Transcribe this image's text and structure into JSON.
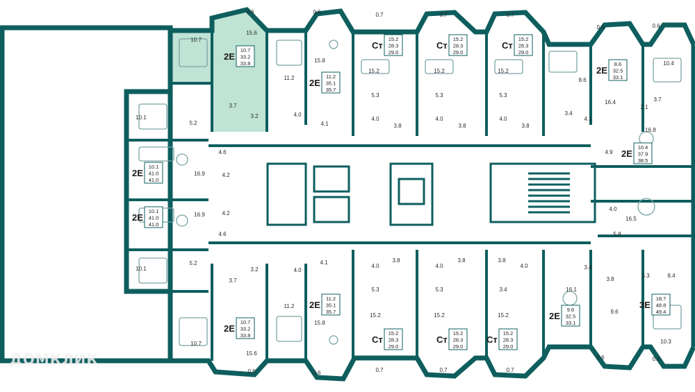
{
  "colors": {
    "wall": "#0e5e5e",
    "highlight": "#bfe3d4",
    "furniture": "#7aa3a3"
  },
  "watermark": "ДОМКЛИК",
  "units": [
    {
      "type": "2Е",
      "living": "10.7",
      "total": "33.2",
      "area": "33.8",
      "highlight": true
    },
    {
      "type": "2Е",
      "living": "11.2",
      "total": "35.1",
      "area": "35.7"
    },
    {
      "type": "Ст",
      "living": "15.2",
      "total": "28.3",
      "area": "29.0"
    },
    {
      "type": "Ст",
      "living": "15.2",
      "total": "28.3",
      "area": "29.0"
    },
    {
      "type": "Ст",
      "living": "15.2",
      "total": "28.3",
      "area": "29.0"
    },
    {
      "type": "2Е",
      "living": "8.6",
      "total": "32.5",
      "area": "33.1"
    },
    {
      "type": "2Е",
      "living": "10.1",
      "total": "41.0",
      "area": "41.0"
    },
    {
      "type": "2Е",
      "living": "10.1",
      "total": "41.0",
      "area": "41.0"
    },
    {
      "type": "2Е",
      "living": "10.4",
      "total": "37.9",
      "area": "38.5"
    },
    {
      "type": "2Е",
      "living": "10.7",
      "total": "33.2",
      "area": "33.8"
    },
    {
      "type": "2Е",
      "living": "11.2",
      "total": "35.1",
      "area": "35.7"
    },
    {
      "type": "Ст",
      "living": "15.2",
      "total": "28.3",
      "area": "29.0"
    },
    {
      "type": "Ст",
      "living": "15.2",
      "total": "28.3",
      "area": "29.0"
    },
    {
      "type": "Ст",
      "living": "15.2",
      "total": "28.3",
      "area": "29.0"
    },
    {
      "type": "2Е",
      "living": "9.6",
      "total": "32.5",
      "area": "33.1"
    },
    {
      "type": "3Е",
      "living": "18.7",
      "total": "48.8",
      "area": "49.4"
    }
  ],
  "rooms": [
    "0.6",
    "0.6",
    "0.7",
    "0.7",
    "0.7",
    "0.6",
    "0.6",
    "10.7",
    "15.6",
    "15.8",
    "11.2",
    "15.2",
    "15.2",
    "15.2",
    "10.4",
    "8.6",
    "3.7",
    "3.2",
    "4.0",
    "4.1",
    "5.3",
    "5.3",
    "5.3",
    "4.0",
    "3.8",
    "4.0",
    "3.8",
    "4.0",
    "3.8",
    "3.4",
    "4.1",
    "16.4",
    "3.7",
    "2.1",
    "16.8",
    "10.1",
    "5.2",
    "4.6",
    "4.9",
    "16.9",
    "4.2",
    "16.9",
    "4.2",
    "4.0",
    "16.5",
    "4.6",
    "5.8",
    "10.1",
    "5.2",
    "3.2",
    "4.1",
    "3.7",
    "4.0",
    "4.0",
    "3.8",
    "4.0",
    "3.8",
    "3.8",
    "4.0",
    "3.4",
    "3.8",
    "5.3",
    "5.3",
    "5.3",
    "3.4",
    "8.4",
    "16.1",
    "11.2",
    "15.2",
    "15.2",
    "15.2",
    "9.6",
    "10.7",
    "15.6",
    "15.8",
    "10.3",
    "0.6",
    "0.6",
    "0.7",
    "0.7",
    "0.7",
    "0.6",
    "0.6"
  ]
}
